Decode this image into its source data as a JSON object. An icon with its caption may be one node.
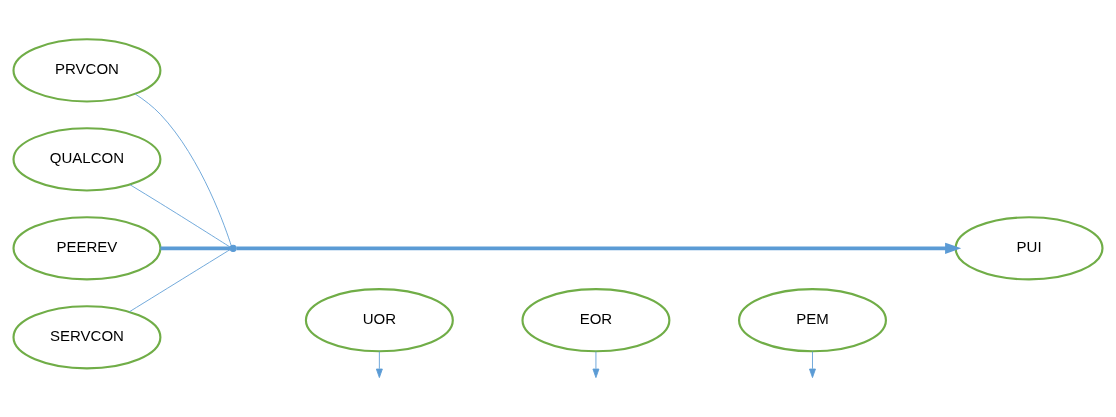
{
  "diagram": {
    "nodes": [
      {
        "text": [
          "PRVCON"
        ]
      },
      {
        "text": [
          "QUALCON"
        ]
      },
      {
        "text": [
          "PEEREV"
        ]
      },
      {
        "text": [
          "SERVCON"
        ]
      },
      {
        "text": [
          "UOR"
        ]
      },
      {
        "text": [
          "EOR"
        ]
      },
      {
        "text": [
          "PEM"
        ]
      },
      {
        "text": [
          "PUI"
        ]
      },
      {
        "text": [],
        "shape": "circle"
      }
    ],
    "edges": [
      {
        "from": 0,
        "to": 8,
        "arrow": "none"
      },
      {
        "from": 1,
        "to": 8,
        "arrow": "none"
      },
      {
        "from": 2,
        "to": 8,
        "arrow": "none",
        "style": "thick"
      },
      {
        "from": 3,
        "to": 8,
        "arrow": "none"
      },
      {
        "from": 8,
        "to": 7,
        "arrow": "to",
        "style": "thick"
      },
      {
        "from": 4,
        "to": null,
        "arrow": "to"
      },
      {
        "from": 5,
        "to": null,
        "arrow": "to"
      },
      {
        "from": 6,
        "to": null,
        "arrow": "to"
      }
    ]
  }
}
